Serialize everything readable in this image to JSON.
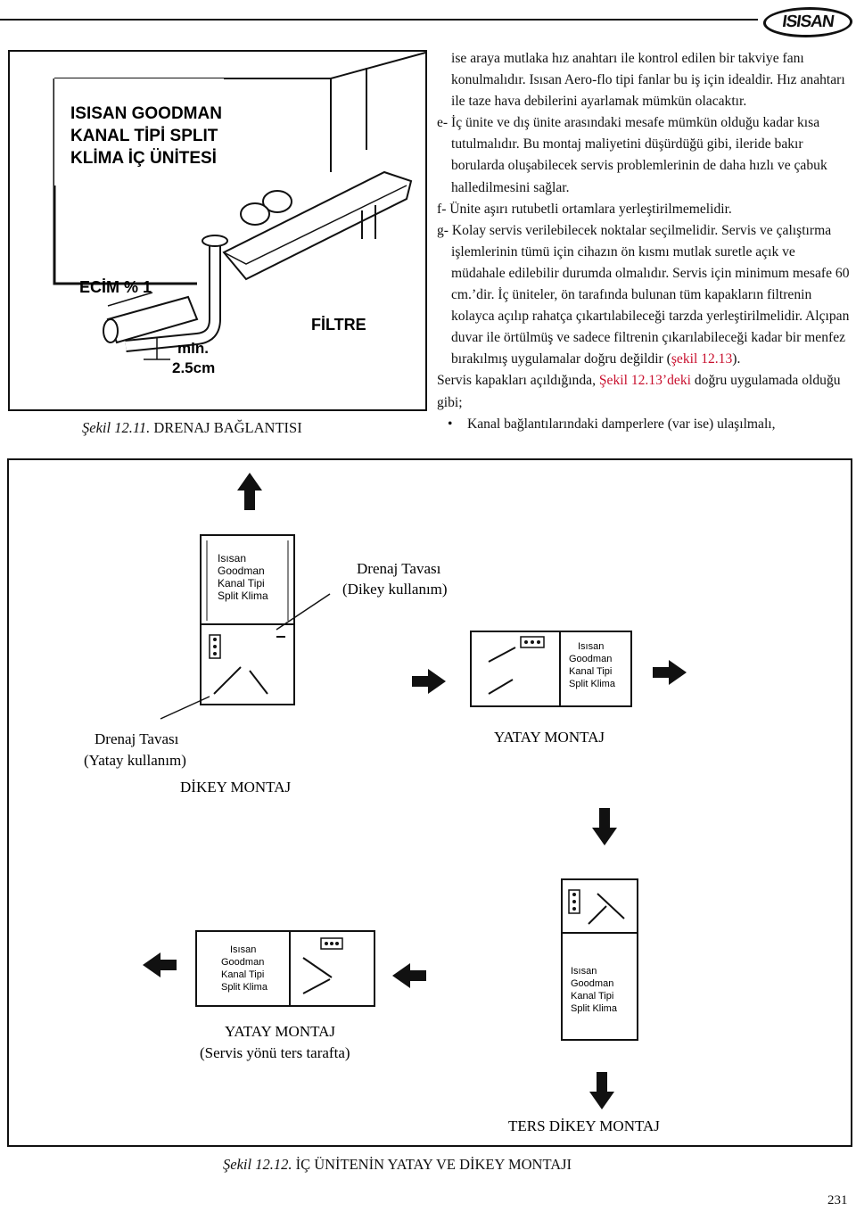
{
  "logo": "ISISAN",
  "figure1": {
    "label_title": [
      "ISISAN GOODMAN",
      "KANAL TİPİ SPLIT",
      "KLİMA İÇ ÜNİTESİ"
    ],
    "label_slope": "ECİM % 1",
    "label_filter": "FİLTRE",
    "label_min": [
      "min.",
      "2.5cm"
    ],
    "caption_num": "Şekil 12.11.",
    "caption_text": "DRENAJ BAĞLANTISI"
  },
  "text": {
    "p1": "ise araya mutlaka hız anahtarı ile kontrol edilen bir takviye fanı konulmalıdır. Isısan Aero-flo tipi  fanlar bu iş için idealdir. Hız anahtarı ile taze hava debilerini ayarlamak mümkün olacaktır.",
    "p2": "e- İç ünite ve dış ünite arasındaki mesafe mümkün olduğu kadar kısa tutulmalıdır. Bu montaj maliyetini düşürdüğü gibi, ileride bakır borularda oluşabilecek servis problemlerinin de daha hızlı ve çabuk halledilmesini sağlar.",
    "p3": "f- Ünite aşırı rutubetli ortamlara yerleştirilmemelidir.",
    "p4": "g- Kolay servis verilebilecek noktalar seçilmelidir. Servis ve çalıştırma işlemlerinin tümü için cihazın ön kısmı mutlak suretle açık ve müdahale edilebilir durumda olmalıdır. Servis için minimum mesafe 60 cm.’dir. İç üniteler, ön tarafında bulunan tüm kapakların filtrenin kolayca açılıp rahatça çıkartılabileceği tarzda yerleştirilmelidir. Alçıpan duvar ile örtülmüş ve sadece filtrenin çıkarılabileceği kadar bir menfez bırakılmış uygulamalar doğru değildir (",
    "p4_link": "şekil 12.13",
    "p4_end": ").",
    "p5_a": "Servis kapakları açıldığında, ",
    "p5_link": "Şekil 12.13’deki",
    "p5_b": " doğru uygulamada olduğu gibi;",
    "bullet": "Kanal bağlantılarındaki damperlere (var ise) ulaşılmalı,"
  },
  "figure2": {
    "unit_label": [
      "Isısan",
      "Goodman",
      "Kanal Tipi",
      "Split Klima"
    ],
    "drain_vertical": [
      "Drenaj Tavası",
      "(Dikey kullanım)"
    ],
    "drain_horizontal": [
      "Drenaj Tavası",
      "(Yatay kullanım)"
    ],
    "dikey": "DİKEY MONTAJ",
    "yatay": "YATAY MONTAJ",
    "yatay_reverse": [
      "YATAY MONTAJ",
      "(Servis yönü ters tarafta)"
    ],
    "ters_dikey": "TERS DİKEY MONTAJ",
    "caption_num": "Şekil 12.12.",
    "caption_text": "İÇ ÜNİTENİN YATAY VE DİKEY MONTAJI"
  },
  "page_number": "231"
}
